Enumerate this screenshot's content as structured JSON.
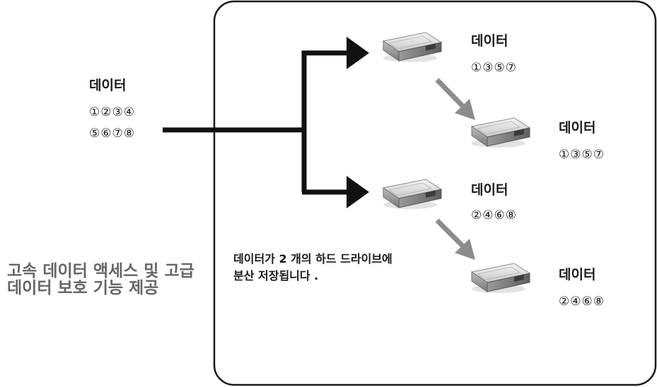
{
  "source": {
    "label": "데이터",
    "numbers_line1": "①②③④",
    "numbers_line2": "⑤⑥⑦⑧"
  },
  "drives": [
    {
      "label": "데이터",
      "numbers": "①③⑤⑦"
    },
    {
      "label": "데이터",
      "numbers": "①③⑤⑦"
    },
    {
      "label": "데이터",
      "numbers": "②④⑥⑧"
    },
    {
      "label": "데이터",
      "numbers": "②④⑥⑧"
    }
  ],
  "note": "데이터가 2 개의 하드 드라이브에 분산 저장됩니다 .",
  "caption": "고속 데이터 액세스 및 고급 데이터 보호 기능 제공",
  "colors": {
    "line": "#111111",
    "mirror_arrow": "#8c8c8c",
    "panel_border": "#1a1a1a",
    "caption": "#666666"
  },
  "icons": {
    "drive": "hard-drive-icon"
  }
}
